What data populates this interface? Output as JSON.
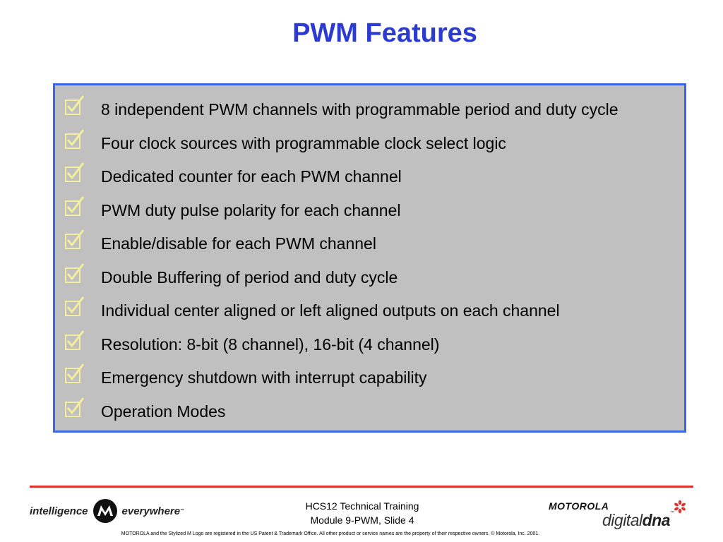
{
  "slide": {
    "title": "PWM Features",
    "features": [
      "8 independent PWM channels with programmable period and duty cycle",
      "Four clock sources with programmable clock select logic",
      "Dedicated counter for each PWM channel",
      "PWM duty pulse polarity for each channel",
      "Enable/disable for each PWM channel",
      "Double Buffering of period and duty cycle",
      "Individual center aligned or left aligned outputs on each channel",
      "Resolution: 8-bit (8 channel), 16-bit (4 channel)",
      "Emergency shutdown with interrupt capability",
      "Operation Modes"
    ]
  },
  "footer": {
    "tagline_left": "intelligence",
    "tagline_right": "everywhere",
    "tagline_tm": "™",
    "course_line1": "HCS12 Technical Training",
    "course_line2": "Module 9-PWM, Slide 4",
    "brand": "MOTOROLA",
    "digital": "digital",
    "dna": "dna",
    "dna_tm": "™",
    "legal": "MOTOROLA and the Stylized M Logo are registered in the US Patent & Trademark Office. All other  product or service names are the property of their respective owners.  © Motorola, Inc. 2001."
  },
  "colors": {
    "title": "#2b3ad0",
    "panel_bg": "#c0c0c0",
    "panel_border": "#3a66e6",
    "checkbox": "#f5ee9c",
    "rule": "#e0332b"
  },
  "icons": {
    "bullet": "checkbox-checked-icon",
    "logo": "motorola-m-logo-icon",
    "dna": "dna-flower-icon"
  }
}
